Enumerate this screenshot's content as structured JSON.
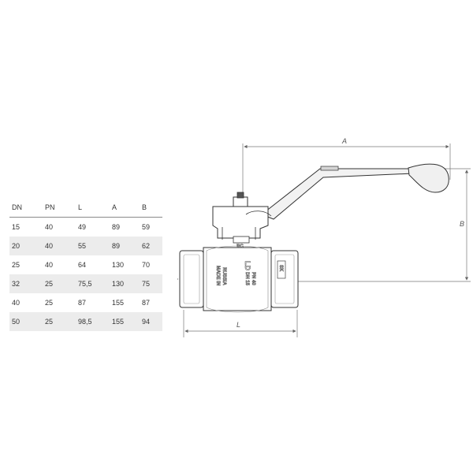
{
  "table": {
    "headers": [
      "DN",
      "PN",
      "L",
      "A",
      "B"
    ],
    "rows": [
      [
        "15",
        "40",
        "49",
        "89",
        "59"
      ],
      [
        "20",
        "40",
        "55",
        "89",
        "62"
      ],
      [
        "25",
        "40",
        "64",
        "130",
        "70"
      ],
      [
        "32",
        "25",
        "75,5",
        "130",
        "75"
      ],
      [
        "40",
        "25",
        "87",
        "155",
        "87"
      ],
      [
        "50",
        "25",
        "98,5",
        "155",
        "94"
      ]
    ]
  },
  "drawing": {
    "dim_a": "A",
    "dim_b": "B",
    "dim_l": "L",
    "mark_made_in": "MADE IN",
    "mark_russia": "RUSSIA",
    "mark_logo": "LD",
    "mark_dn": "DN 15",
    "mark_pn": "PN 40",
    "mark_rc": "RC",
    "mark_side": "SK"
  }
}
